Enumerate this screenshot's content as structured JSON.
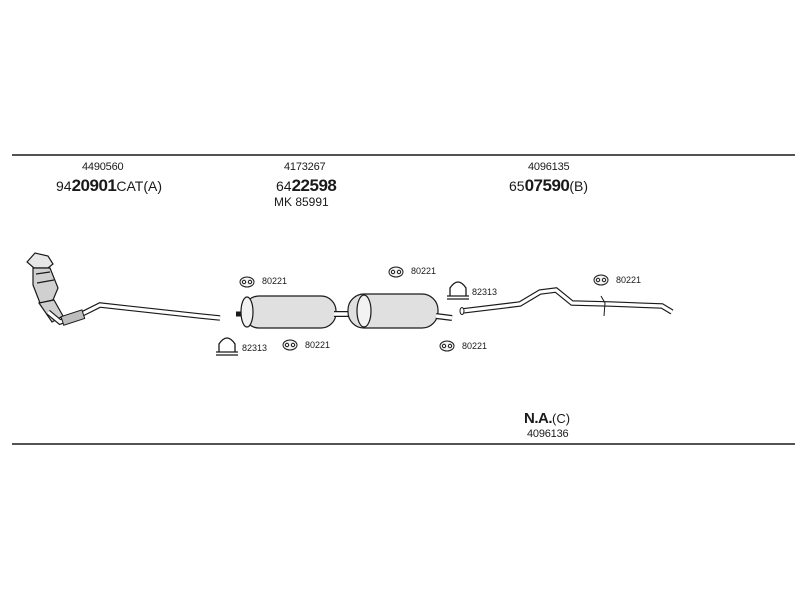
{
  "groups": [
    {
      "ref": "4490560",
      "prefix": "94",
      "code": "20901",
      "suffix": "CAT(A)"
    },
    {
      "ref": "4173267",
      "prefix": "64",
      "code": "22598",
      "suffix": "",
      "extra": "MK  85991"
    },
    {
      "ref": "4096135",
      "prefix": "65",
      "code": "07590",
      "suffix": "(B)"
    }
  ],
  "clips": {
    "c1": "80221",
    "c2": "82313",
    "c3": "80221",
    "c4": "80221",
    "c5": "82313",
    "c6": "80221",
    "c7": "80221"
  },
  "na": {
    "code": "N.A.",
    "suffix": "(C)",
    "ref": "4096136"
  },
  "colors": {
    "line": "#1a1a1a",
    "part_fill": "#dcdcdc"
  }
}
